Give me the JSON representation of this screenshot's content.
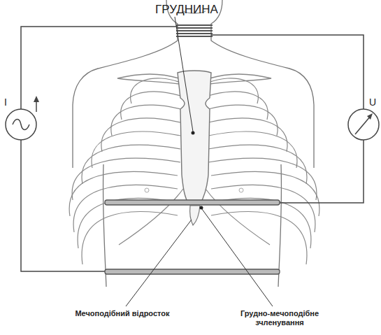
{
  "diagram": {
    "labels": [
      "ГРУДНИНА",
      "I",
      "U",
      "Мечоподібний відросток",
      "Грудно-мечоподібне зчленування"
    ]
  }
}
